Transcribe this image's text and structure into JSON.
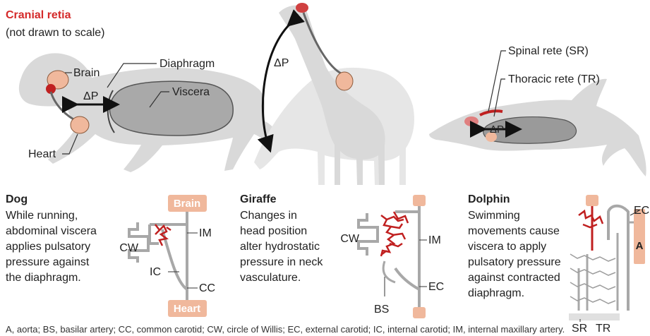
{
  "title": "Cranial retia",
  "subtitle": "(not drawn to scale)",
  "colors": {
    "accent": "#d42a2a",
    "silhouette": "#d9d9d9",
    "viscera": "#a9a9a9",
    "organ": "#f0b89c",
    "vessel": "#a8a8a8"
  },
  "dog": {
    "labels": {
      "brain": "Brain",
      "diaphragm": "Diaphragm",
      "viscera": "Viscera",
      "heart": "Heart",
      "delta_p": "ΔP"
    },
    "title": "Dog",
    "desc": [
      "While running,",
      "abdominal viscera",
      "applies pulsatory",
      "pressure against",
      "the diaphragm."
    ],
    "schematic": {
      "top": "Brain",
      "bottom": "Heart",
      "cw": "CW",
      "im": "IM",
      "ic": "IC",
      "cc": "CC"
    }
  },
  "giraffe": {
    "labels": {
      "delta_p": "ΔP"
    },
    "title": "Giraffe",
    "desc": [
      "Changes in",
      "head position",
      "alter hydrostatic",
      "pressure in neck",
      "vasculature."
    ],
    "schematic": {
      "cw": "CW",
      "im": "IM",
      "bs": "BS",
      "ec": "EC"
    }
  },
  "dolphin": {
    "labels": {
      "spinal": "Spinal rete (SR)",
      "thoracic": "Thoracic rete (TR)",
      "delta_p": "ΔP"
    },
    "title": "Dolphin",
    "desc": [
      "Swimming",
      "movements cause",
      "viscera to apply",
      "pulsatory pressure",
      "against contracted",
      "diaphragm."
    ],
    "schematic": {
      "ec": "EC",
      "a": "A",
      "sr": "SR",
      "tr": "TR"
    }
  },
  "caption": "A, aorta; BS, basilar artery; CC, common carotid; CW, circle of Willis; EC, external carotid; IC, internal carotid; IM, internal maxillary artery."
}
